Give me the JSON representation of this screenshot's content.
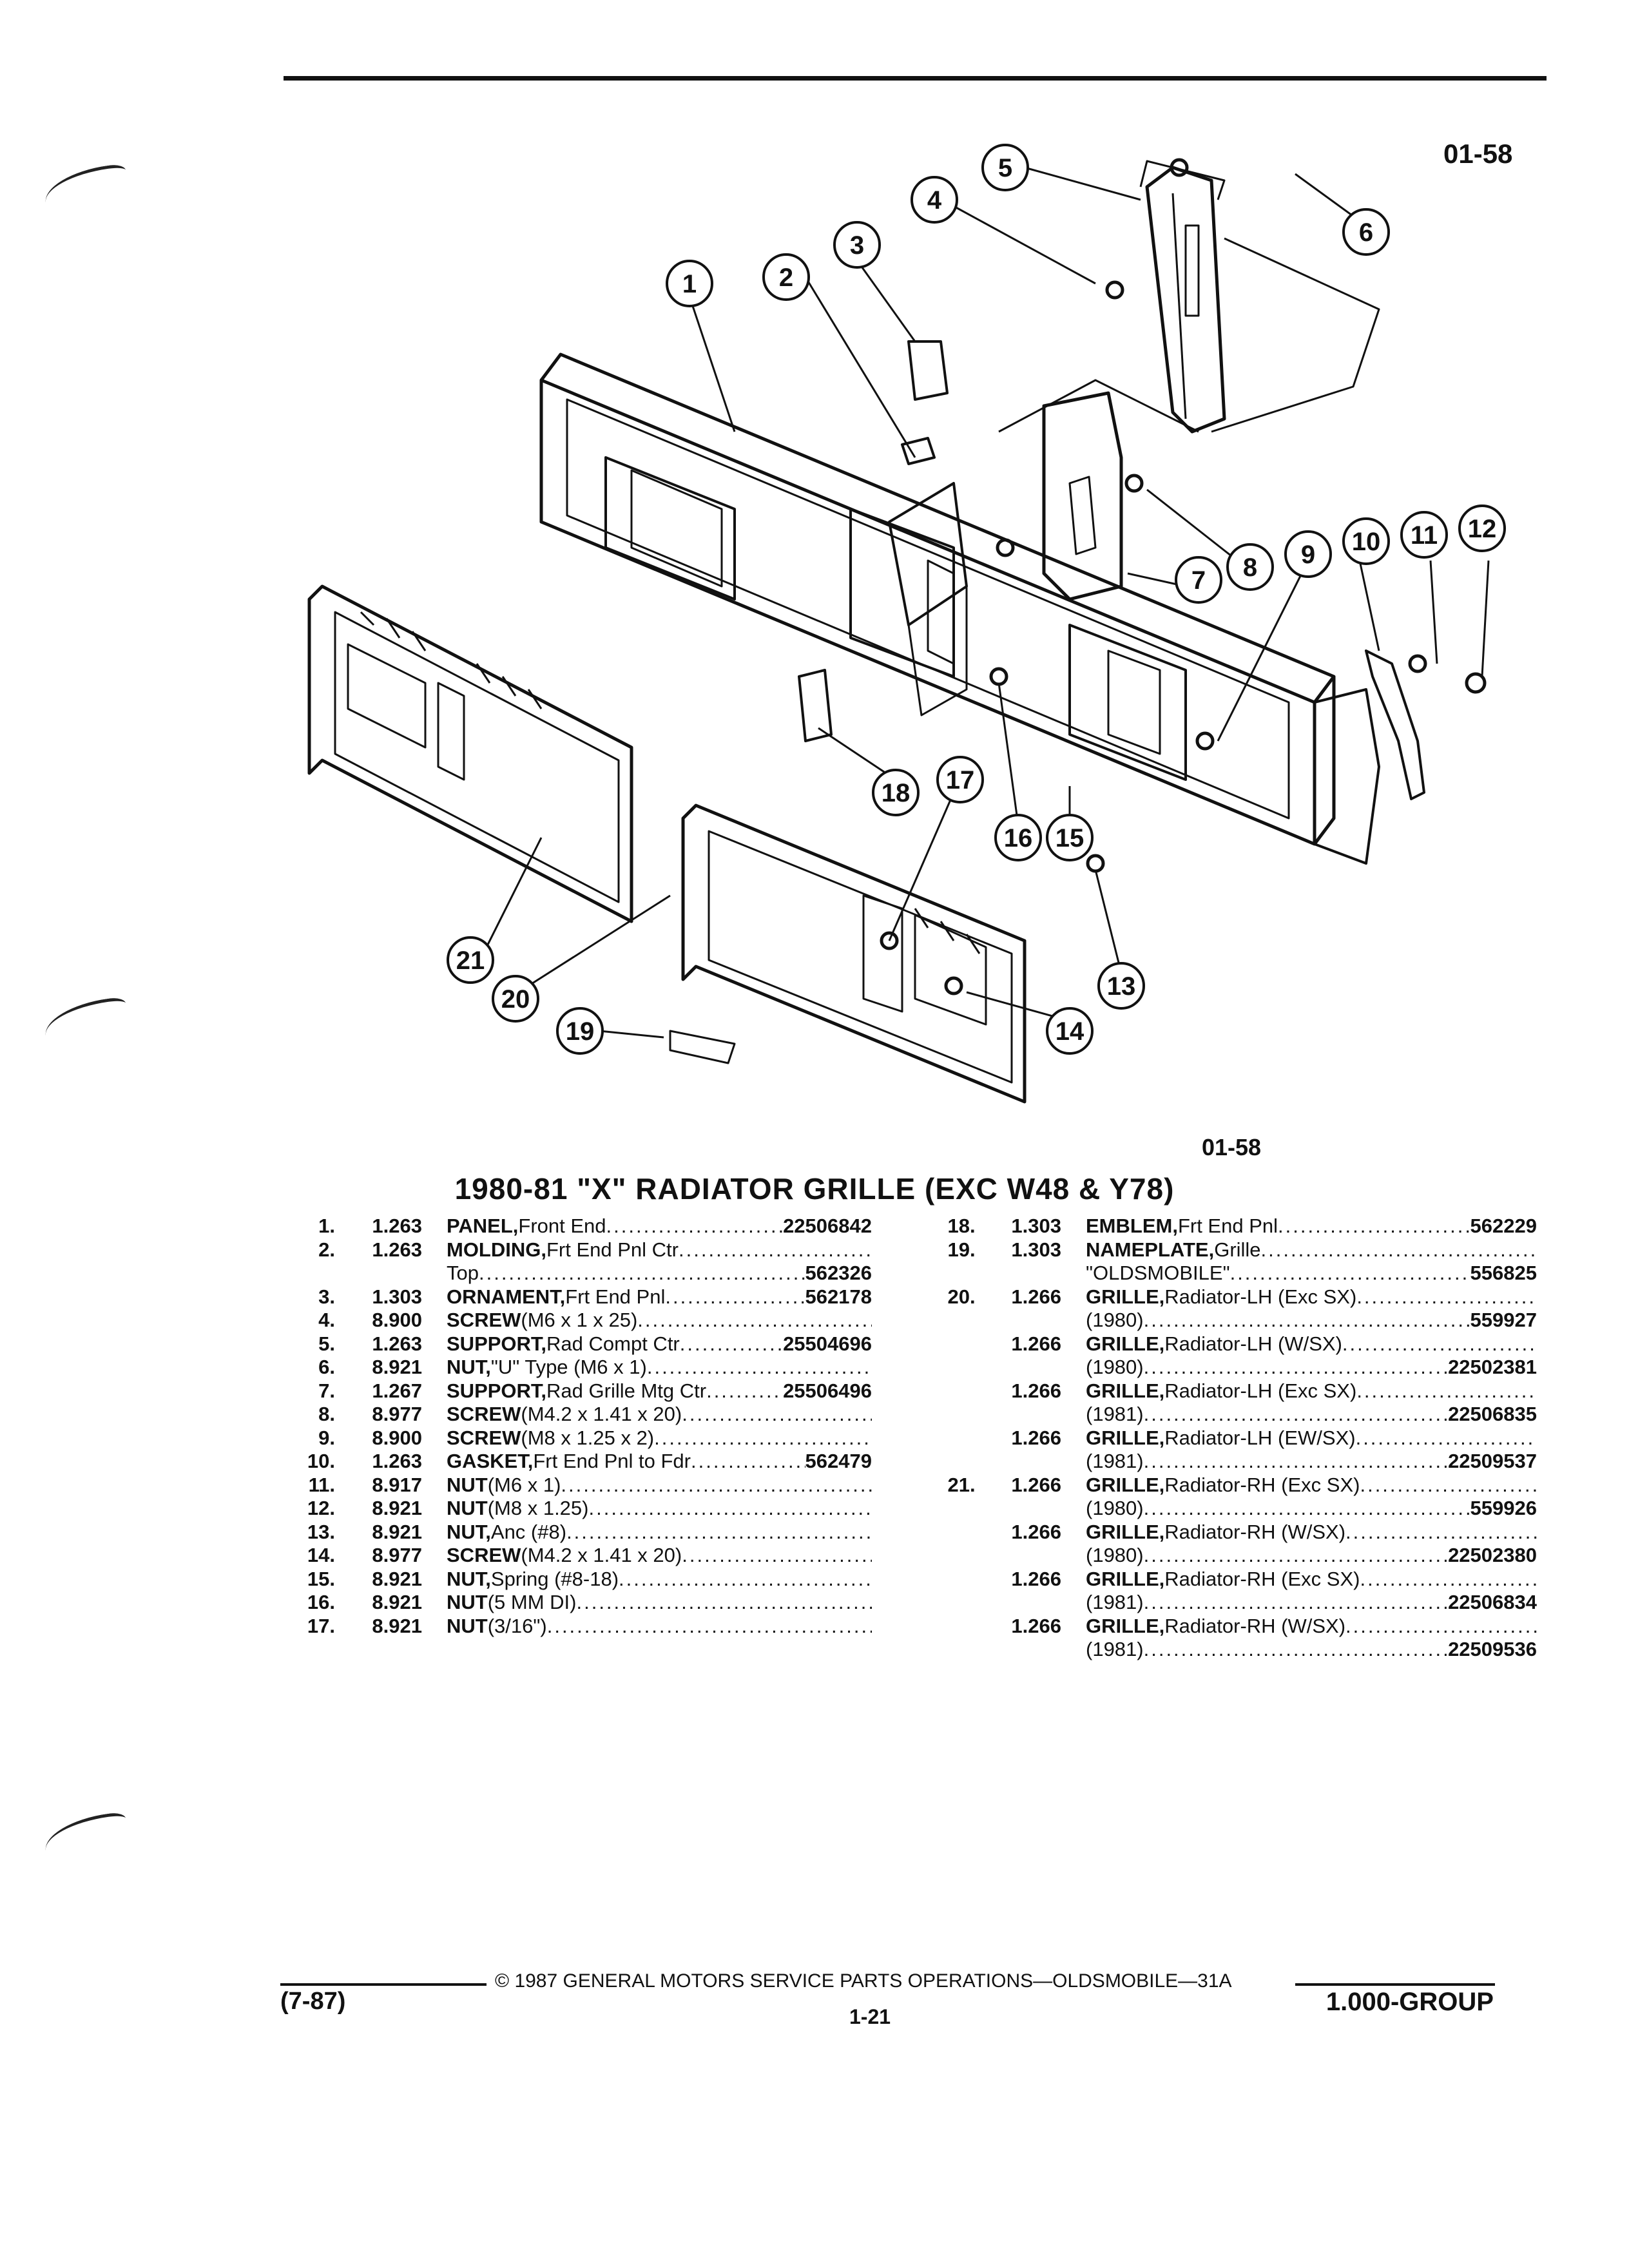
{
  "figure_ref_top": "01-58",
  "figure_ref_bottom": "01-58",
  "title": "1980-81 \"X\" RADIATOR GRILLE (EXC W48 & Y78)",
  "callouts": [
    "1",
    "2",
    "3",
    "4",
    "5",
    "6",
    "7",
    "8",
    "9",
    "10",
    "11",
    "12",
    "13",
    "14",
    "15",
    "16",
    "17",
    "18",
    "19",
    "20",
    "21"
  ],
  "parts_left": [
    {
      "num": "1.",
      "group": "1.263",
      "name": "PANEL,",
      "rest": " Front End",
      "part": "22506842"
    },
    {
      "num": "2.",
      "group": "1.263",
      "name": "MOLDING,",
      "rest": " Frt End Pnl Ctr",
      "part": ""
    },
    {
      "num": "",
      "group": "",
      "name": "",
      "rest": "Top",
      "part": "562326"
    },
    {
      "num": "3.",
      "group": "1.303",
      "name": "ORNAMENT,",
      "rest": " Frt End Pnl",
      "part": "562178"
    },
    {
      "num": "4.",
      "group": "8.900",
      "name": "SCREW",
      "rest": " (M6 x 1 x 25)",
      "part": ""
    },
    {
      "num": "5.",
      "group": "1.263",
      "name": "SUPPORT,",
      "rest": " Rad Compt Ctr",
      "part": "25504696"
    },
    {
      "num": "6.",
      "group": "8.921",
      "name": "NUT,",
      "rest": " \"U\" Type (M6 x 1)",
      "part": ""
    },
    {
      "num": "7.",
      "group": "1.267",
      "name": "SUPPORT,",
      "rest": " Rad Grille Mtg Ctr",
      "part": "25506496"
    },
    {
      "num": "8.",
      "group": "8.977",
      "name": "SCREW",
      "rest": " (M4.2 x 1.41 x 20)",
      "part": ""
    },
    {
      "num": "9.",
      "group": "8.900",
      "name": "SCREW",
      "rest": " (M8 x 1.25 x 2)",
      "part": ""
    },
    {
      "num": "10.",
      "group": "1.263",
      "name": "GASKET,",
      "rest": " Frt End Pnl to Fdr",
      "part": "562479"
    },
    {
      "num": "11.",
      "group": "8.917",
      "name": "NUT",
      "rest": " (M6 x 1)",
      "part": ""
    },
    {
      "num": "12.",
      "group": "8.921",
      "name": "NUT",
      "rest": " (M8 x 1.25)",
      "part": ""
    },
    {
      "num": "13.",
      "group": "8.921",
      "name": "NUT,",
      "rest": " Anc (#8)",
      "part": ""
    },
    {
      "num": "14.",
      "group": "8.977",
      "name": "SCREW",
      "rest": " (M4.2 x 1.41 x 20)",
      "part": ""
    },
    {
      "num": "15.",
      "group": "8.921",
      "name": "NUT,",
      "rest": " Spring (#8-18)",
      "part": ""
    },
    {
      "num": "16.",
      "group": "8.921",
      "name": "NUT",
      "rest": " (5 MM DI)",
      "part": ""
    },
    {
      "num": "17.",
      "group": "8.921",
      "name": "NUT",
      "rest": " (3/16\")",
      "part": ""
    }
  ],
  "parts_right": [
    {
      "num": "18.",
      "group": "1.303",
      "name": "EMBLEM,",
      "rest": " Frt End Pnl",
      "part": "562229"
    },
    {
      "num": "19.",
      "group": "1.303",
      "name": "NAMEPLATE,",
      "rest": " Grille",
      "part": ""
    },
    {
      "num": "",
      "group": "",
      "name": "",
      "rest": "\"OLDSMOBILE\"",
      "part": "556825"
    },
    {
      "num": "20.",
      "group": "1.266",
      "name": "GRILLE,",
      "rest": " Radiator-LH (Exc SX)",
      "part": ""
    },
    {
      "num": "",
      "group": "",
      "name": "",
      "rest": "(1980)",
      "part": "559927"
    },
    {
      "num": "",
      "group": "1.266",
      "name": "GRILLE,",
      "rest": " Radiator-LH (W/SX)",
      "part": ""
    },
    {
      "num": "",
      "group": "",
      "name": "",
      "rest": "(1980)",
      "part": "22502381"
    },
    {
      "num": "",
      "group": "1.266",
      "name": "GRILLE,",
      "rest": " Radiator-LH (Exc SX)",
      "part": ""
    },
    {
      "num": "",
      "group": "",
      "name": "",
      "rest": "(1981)",
      "part": "22506835"
    },
    {
      "num": "",
      "group": "1.266",
      "name": "GRILLE,",
      "rest": " Radiator-LH (EW/SX)",
      "part": ""
    },
    {
      "num": "",
      "group": "",
      "name": "",
      "rest": "(1981)",
      "part": "22509537"
    },
    {
      "num": "21.",
      "group": "1.266",
      "name": "GRILLE,",
      "rest": " Radiator-RH (Exc SX)",
      "part": ""
    },
    {
      "num": "",
      "group": "",
      "name": "",
      "rest": "(1980)",
      "part": "559926"
    },
    {
      "num": "",
      "group": "1.266",
      "name": "GRILLE,",
      "rest": " Radiator-RH (W/SX)",
      "part": ""
    },
    {
      "num": "",
      "group": "",
      "name": "",
      "rest": "(1980)",
      "part": "22502380"
    },
    {
      "num": "",
      "group": "1.266",
      "name": "GRILLE,",
      "rest": " Radiator-RH (Exc SX)",
      "part": ""
    },
    {
      "num": "",
      "group": "",
      "name": "",
      "rest": "(1981)",
      "part": "22506834"
    },
    {
      "num": "",
      "group": "1.266",
      "name": "GRILLE,",
      "rest": " Radiator-RH (W/SX)",
      "part": ""
    },
    {
      "num": "",
      "group": "",
      "name": "",
      "rest": "(1981)",
      "part": "22509536"
    }
  ],
  "footer": {
    "copyright": "© 1987 GENERAL MOTORS SERVICE PARTS OPERATIONS—OLDSMOBILE—31A",
    "date": "(7-87)",
    "page": "1-21",
    "group": "1.000-GROUP"
  }
}
